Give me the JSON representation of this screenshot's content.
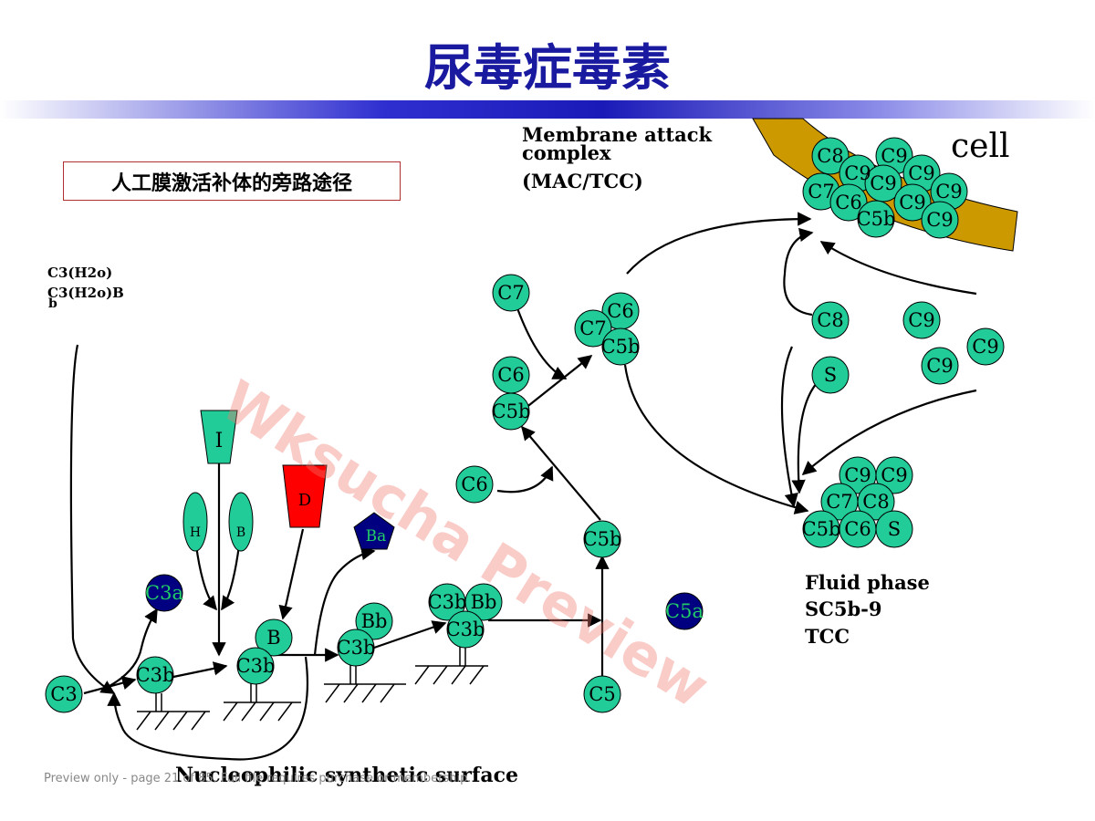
{
  "title": "尿毒症毒素",
  "subtitle": "人工膜激活补体的旁路途径",
  "labels": {
    "mac_line1": "Membrane attack",
    "mac_line2": "complex",
    "mac_line3": "(MAC/TCC)",
    "cell": "cell",
    "c3h2o": "C3(H2o)",
    "c3h2ob": "C3(H2o)B",
    "b_small": "b",
    "fluid1": "Fluid phase",
    "fluid2": "SC5b-9",
    "fluid3": "TCC",
    "surface": "Nucleophilic synthetic surface"
  },
  "colors": {
    "title": "#1a1aa0",
    "protein": "#22cc99",
    "dark_protein": "#000080",
    "dark_label": "#22cc66",
    "factor_d": "#ff0000",
    "cell_membrane": "#cc9900"
  },
  "molecules": {
    "cell_c8": "C8",
    "cell_c9_a": "C9",
    "cell_c9_b": "C9",
    "cell_c9_c": "C9",
    "cell_c9_d": "C9",
    "cell_c9_e": "C9",
    "cell_c9_f": "C9",
    "cell_c9_g": "C9",
    "cell_c7": "C7",
    "cell_c6": "C6",
    "cell_c5b": "C5b",
    "mid_c7": "C7",
    "mid_c6": "C6",
    "mid_c7b": "C7",
    "mid_c5b": "C5b",
    "mid_c6b": "C6",
    "mid_c5bb": "C5b",
    "low_c6": "C6",
    "low_c5b": "C5b",
    "r_c8": "C8",
    "r_c9_a": "C9",
    "r_c9_b": "C9",
    "r_c9_c": "C9",
    "r_s": "S",
    "f_c9_a": "C9",
    "f_c9_b": "C9",
    "f_c7": "C7",
    "f_c8": "C8",
    "f_c5b": "C5b",
    "f_c6": "C6",
    "f_s": "S",
    "c3a": "C3a",
    "c5a": "C5a",
    "i_factor": "I",
    "d_factor": "D",
    "ba": "Ba",
    "h": "H",
    "b_factor": "B",
    "c3": "C3",
    "c3b_1": "C3b",
    "b_bound": "B",
    "c3b_2": "C3b",
    "bb_1": "Bb",
    "c3b_3": "C3b",
    "c3b_top": "C3b",
    "bb_top": "Bb",
    "c3b_4": "C3b",
    "c5": "C5"
  },
  "footer": "Preview only - page 21 of 85. Full file requires purchase or membership.",
  "watermark": "Wksucha Preview"
}
